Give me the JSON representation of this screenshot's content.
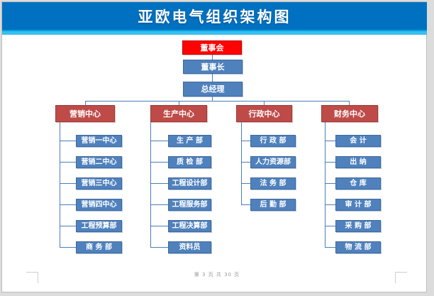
{
  "title": "亚欧电气组织架构图",
  "footer": {
    "page_indicator": "第 3 页 共 30 页"
  },
  "colors": {
    "banner_blue": "#0071C1",
    "banner_stripe_mid": "#009FE0",
    "banner_stripe_cyan": "#38BEF0",
    "root_red": "#FD0404",
    "division_brick": "#BE4B48",
    "dept_blue": "#4F81BD",
    "connector_blue": "#4A7EBB"
  },
  "org": {
    "root": {
      "label": "董事会"
    },
    "level2": {
      "label": "董事长"
    },
    "level3": {
      "label": "总经理"
    },
    "divisions": [
      {
        "label": "营销中心",
        "children": [
          "营销一中心",
          "营销二中心",
          "营销三中心",
          "营销四中心",
          "工程预算部",
          "商 务 部"
        ]
      },
      {
        "label": "生产中心",
        "children": [
          "生 产 部",
          "质 检 部",
          "工程设计部",
          "工程服务部",
          "工程决算部",
          "资料员"
        ]
      },
      {
        "label": "行政中心",
        "children": [
          "行 政 部",
          "人力资源部",
          "法 务 部",
          "后 勤 部"
        ]
      },
      {
        "label": "财务中心",
        "children": [
          "会 计",
          "出 纳",
          "仓 库",
          "审 计 部",
          "采 购 部",
          "物 流 部"
        ]
      }
    ]
  }
}
